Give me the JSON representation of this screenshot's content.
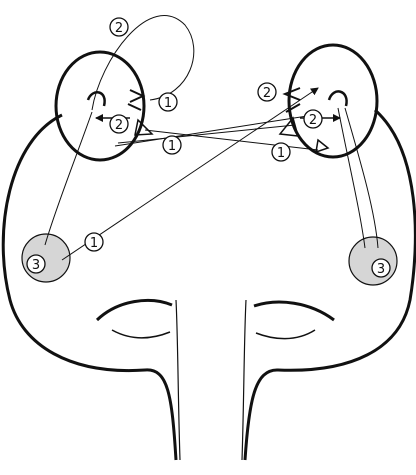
{
  "diagram": {
    "labels": {
      "tag_one": "1",
      "tag_two": "2",
      "tag_three": "3"
    },
    "colors": {
      "stroke": "#111111",
      "nucleus_fill": "#d6d6d6",
      "background": "#ffffff"
    }
  }
}
